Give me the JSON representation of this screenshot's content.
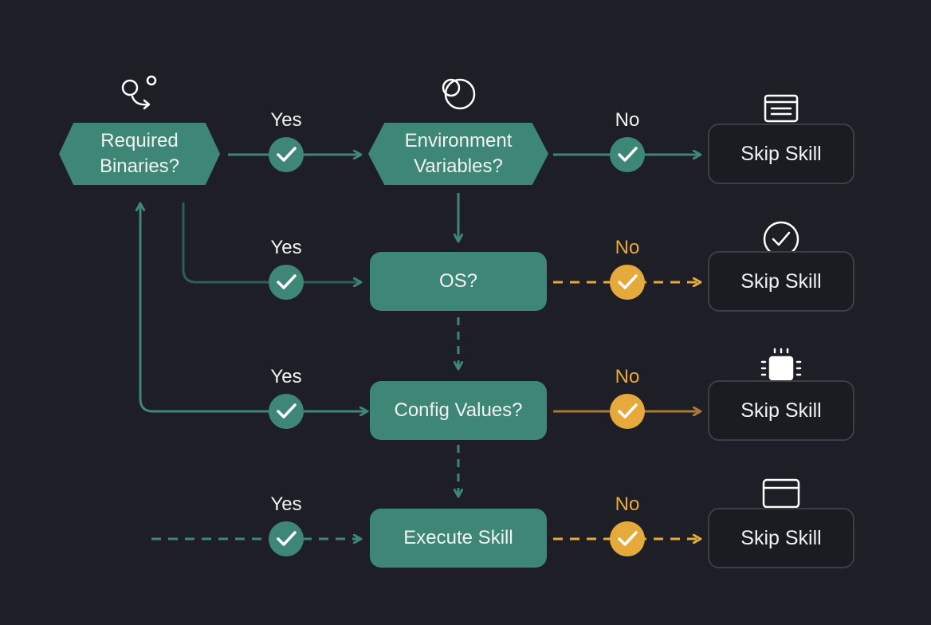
{
  "nodes": {
    "binaries": "Required\nBinaries?",
    "env": "Environment\nVariables?",
    "os": "OS?",
    "config": "Config Values?",
    "execute": "Execute Skill"
  },
  "skip_label": "Skip Skill",
  "labels": {
    "yes": "Yes",
    "no": "No"
  },
  "icons": {
    "binaries": "nodes-branch-icon",
    "env": "circles-overlap-icon",
    "skip_1": "monitor-list-icon",
    "skip_2": "check-circle-icon",
    "skip_3": "chip-icon",
    "skip_4": "window-icon"
  },
  "colors": {
    "background": "#1e1e26",
    "teal": "#3e8776",
    "orange": "#e6a93c",
    "skip_fill": "#1b1b22",
    "skip_border": "#3d3d45",
    "text": "#f2f2f2"
  }
}
